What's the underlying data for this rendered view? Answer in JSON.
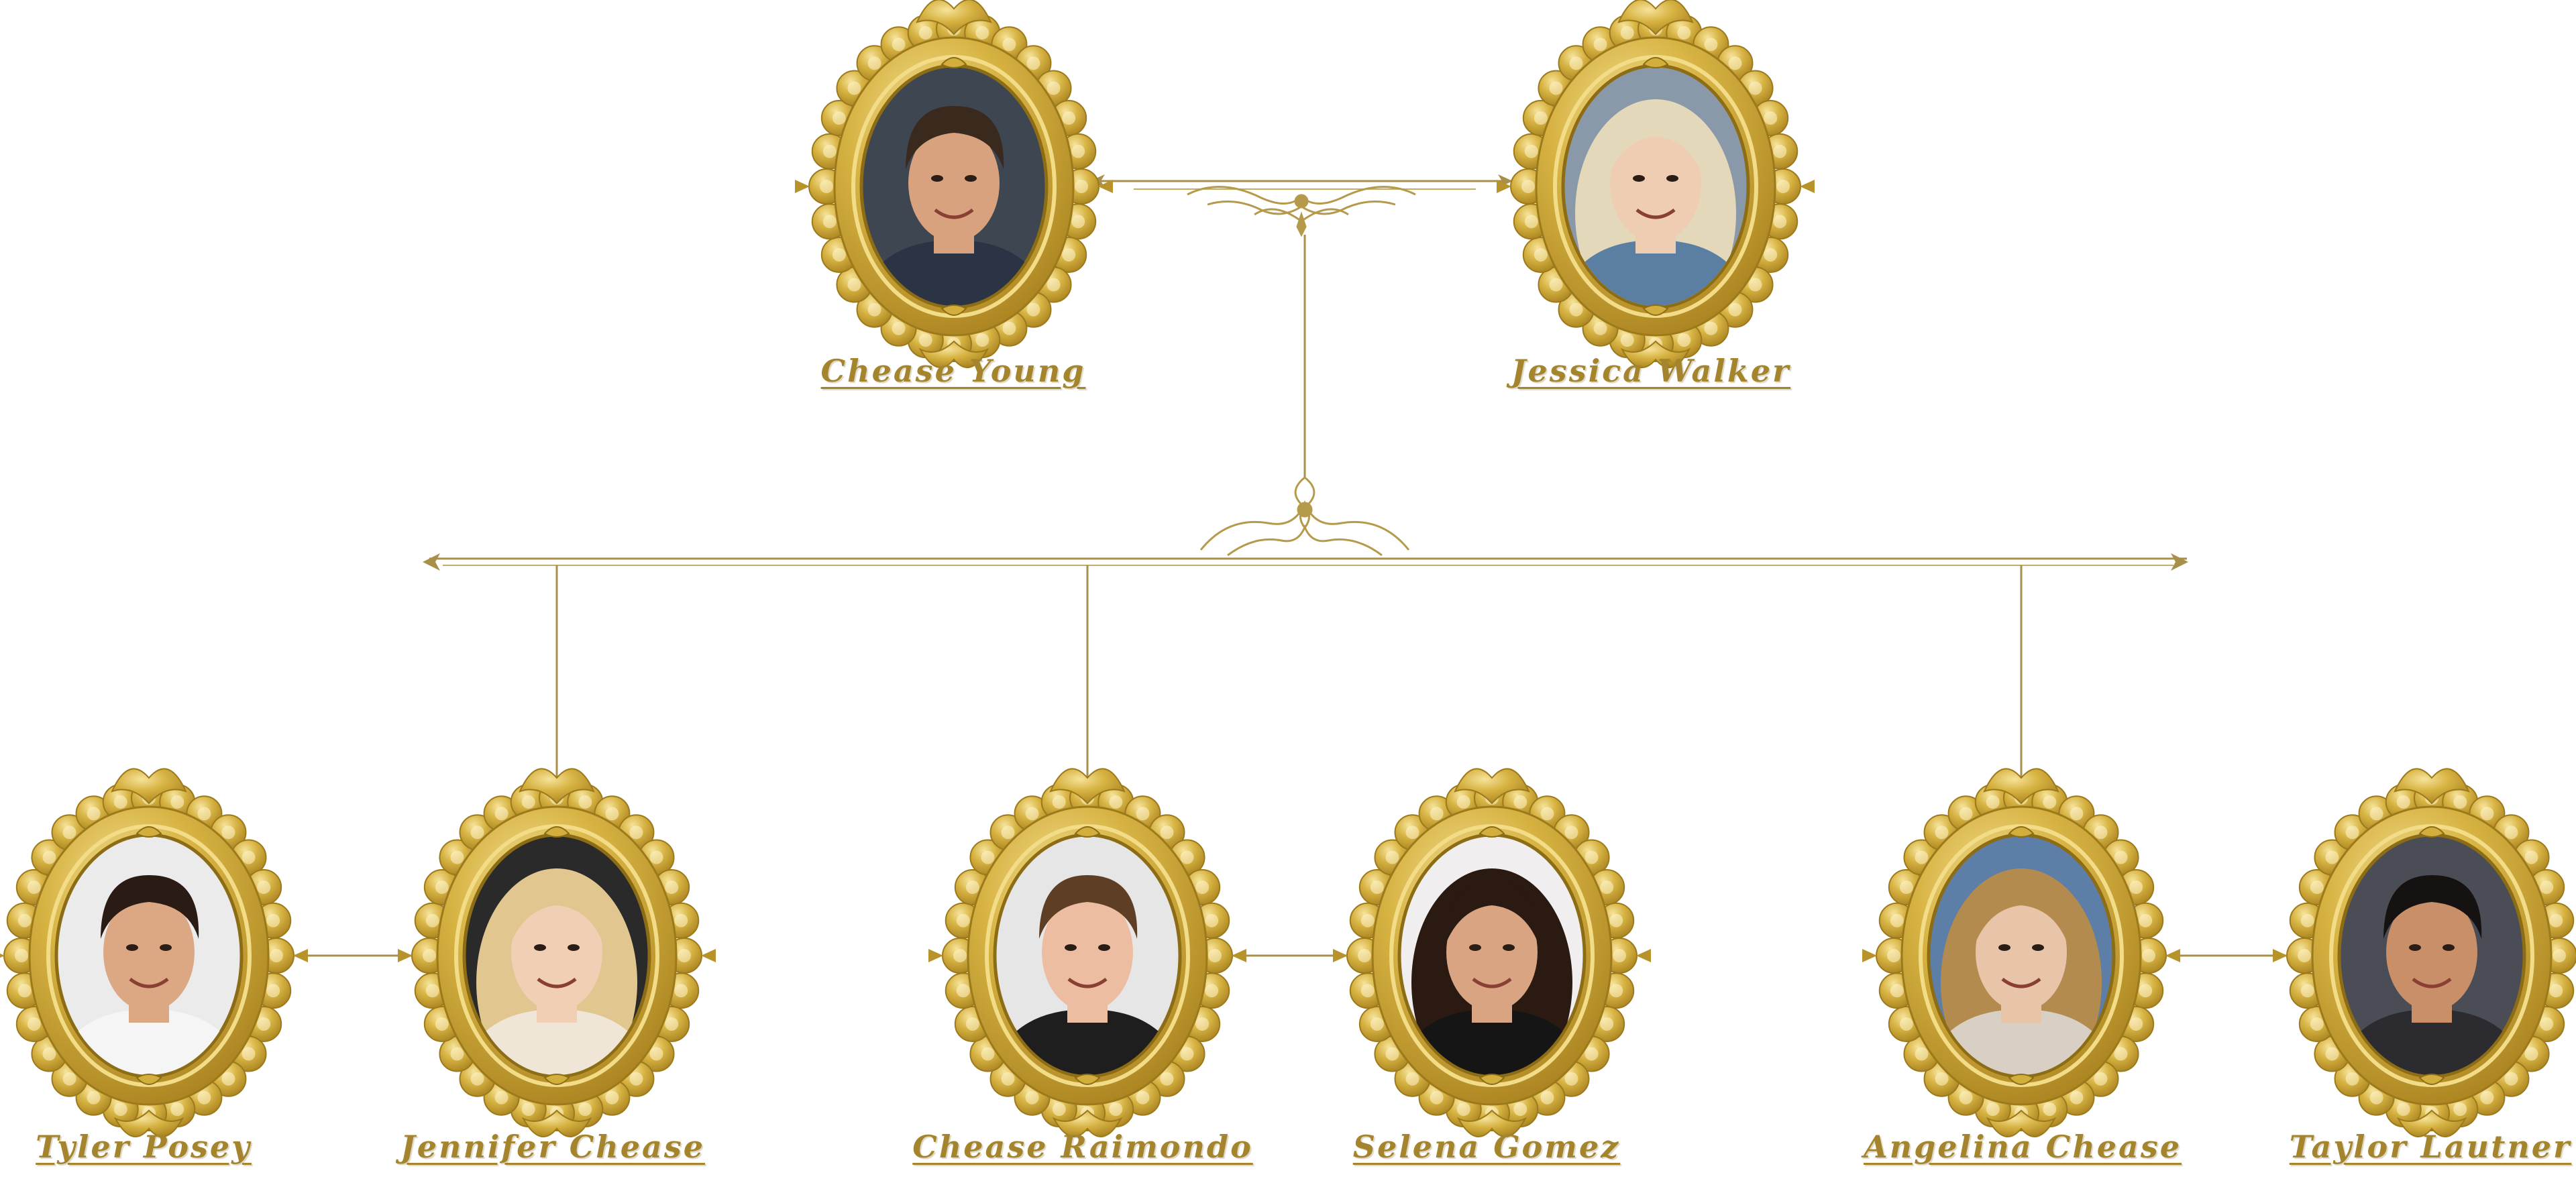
{
  "colors": {
    "gold": "#c9a32e",
    "gold_dark": "#a4852e",
    "gold_light": "#e8cf72",
    "connector": "#a8904a"
  },
  "family_tree": {
    "parents": [
      {
        "id": "p1",
        "name": "Chease Young",
        "portrait_icon": "man-portrait-icon",
        "bg": "#3e4652",
        "hair": "#3a2a1e",
        "skin": "#d8a27f",
        "clothes": "#2b3444"
      },
      {
        "id": "p2",
        "name": "Jessica Walker",
        "portrait_icon": "woman-portrait-icon",
        "bg": "#8a99a9",
        "hair": "#e4d8bb",
        "skin": "#efcdb2",
        "clothes": "#5a7fa2"
      }
    ],
    "children": [
      {
        "id": "c1",
        "name": "Jennifer Chease",
        "portrait_icon": "woman-portrait-icon",
        "bg": "#2a2a2a",
        "hair": "#e2c690",
        "skin": "#f1cfb4",
        "clothes": "#efe6d8"
      },
      {
        "id": "c2",
        "name": "Chease Raimondo",
        "portrait_icon": "boy-portrait-icon",
        "bg": "#e6e6e6",
        "hair": "#5e3e24",
        "skin": "#edbda1",
        "clothes": "#1e1e1e"
      },
      {
        "id": "c3",
        "name": "Angelina Chease",
        "portrait_icon": "woman-portrait-icon",
        "bg": "#5d7ea6",
        "hair": "#b48b4e",
        "skin": "#e8c5a8",
        "clothes": "#d8d0c4"
      }
    ],
    "spouses": [
      {
        "id": "s1",
        "name": "Tyler Posey",
        "portrait_icon": "man-portrait-icon",
        "bg": "#ebebeb",
        "hair": "#2a1c14",
        "skin": "#dca884",
        "clothes": "#f5f5f5",
        "partner_of": "c1"
      },
      {
        "id": "s2",
        "name": "Selena Gomez",
        "portrait_icon": "woman-portrait-icon",
        "bg": "#f0eeee",
        "hair": "#2a1a12",
        "skin": "#d9a482",
        "clothes": "#151515",
        "partner_of": "c2"
      },
      {
        "id": "s3",
        "name": "Taylor Lautner",
        "portrait_icon": "man-portrait-icon",
        "bg": "#4a4d55",
        "hair": "#171212",
        "skin": "#c98f69",
        "clothes": "#2c2c30",
        "partner_of": "c3"
      }
    ]
  }
}
